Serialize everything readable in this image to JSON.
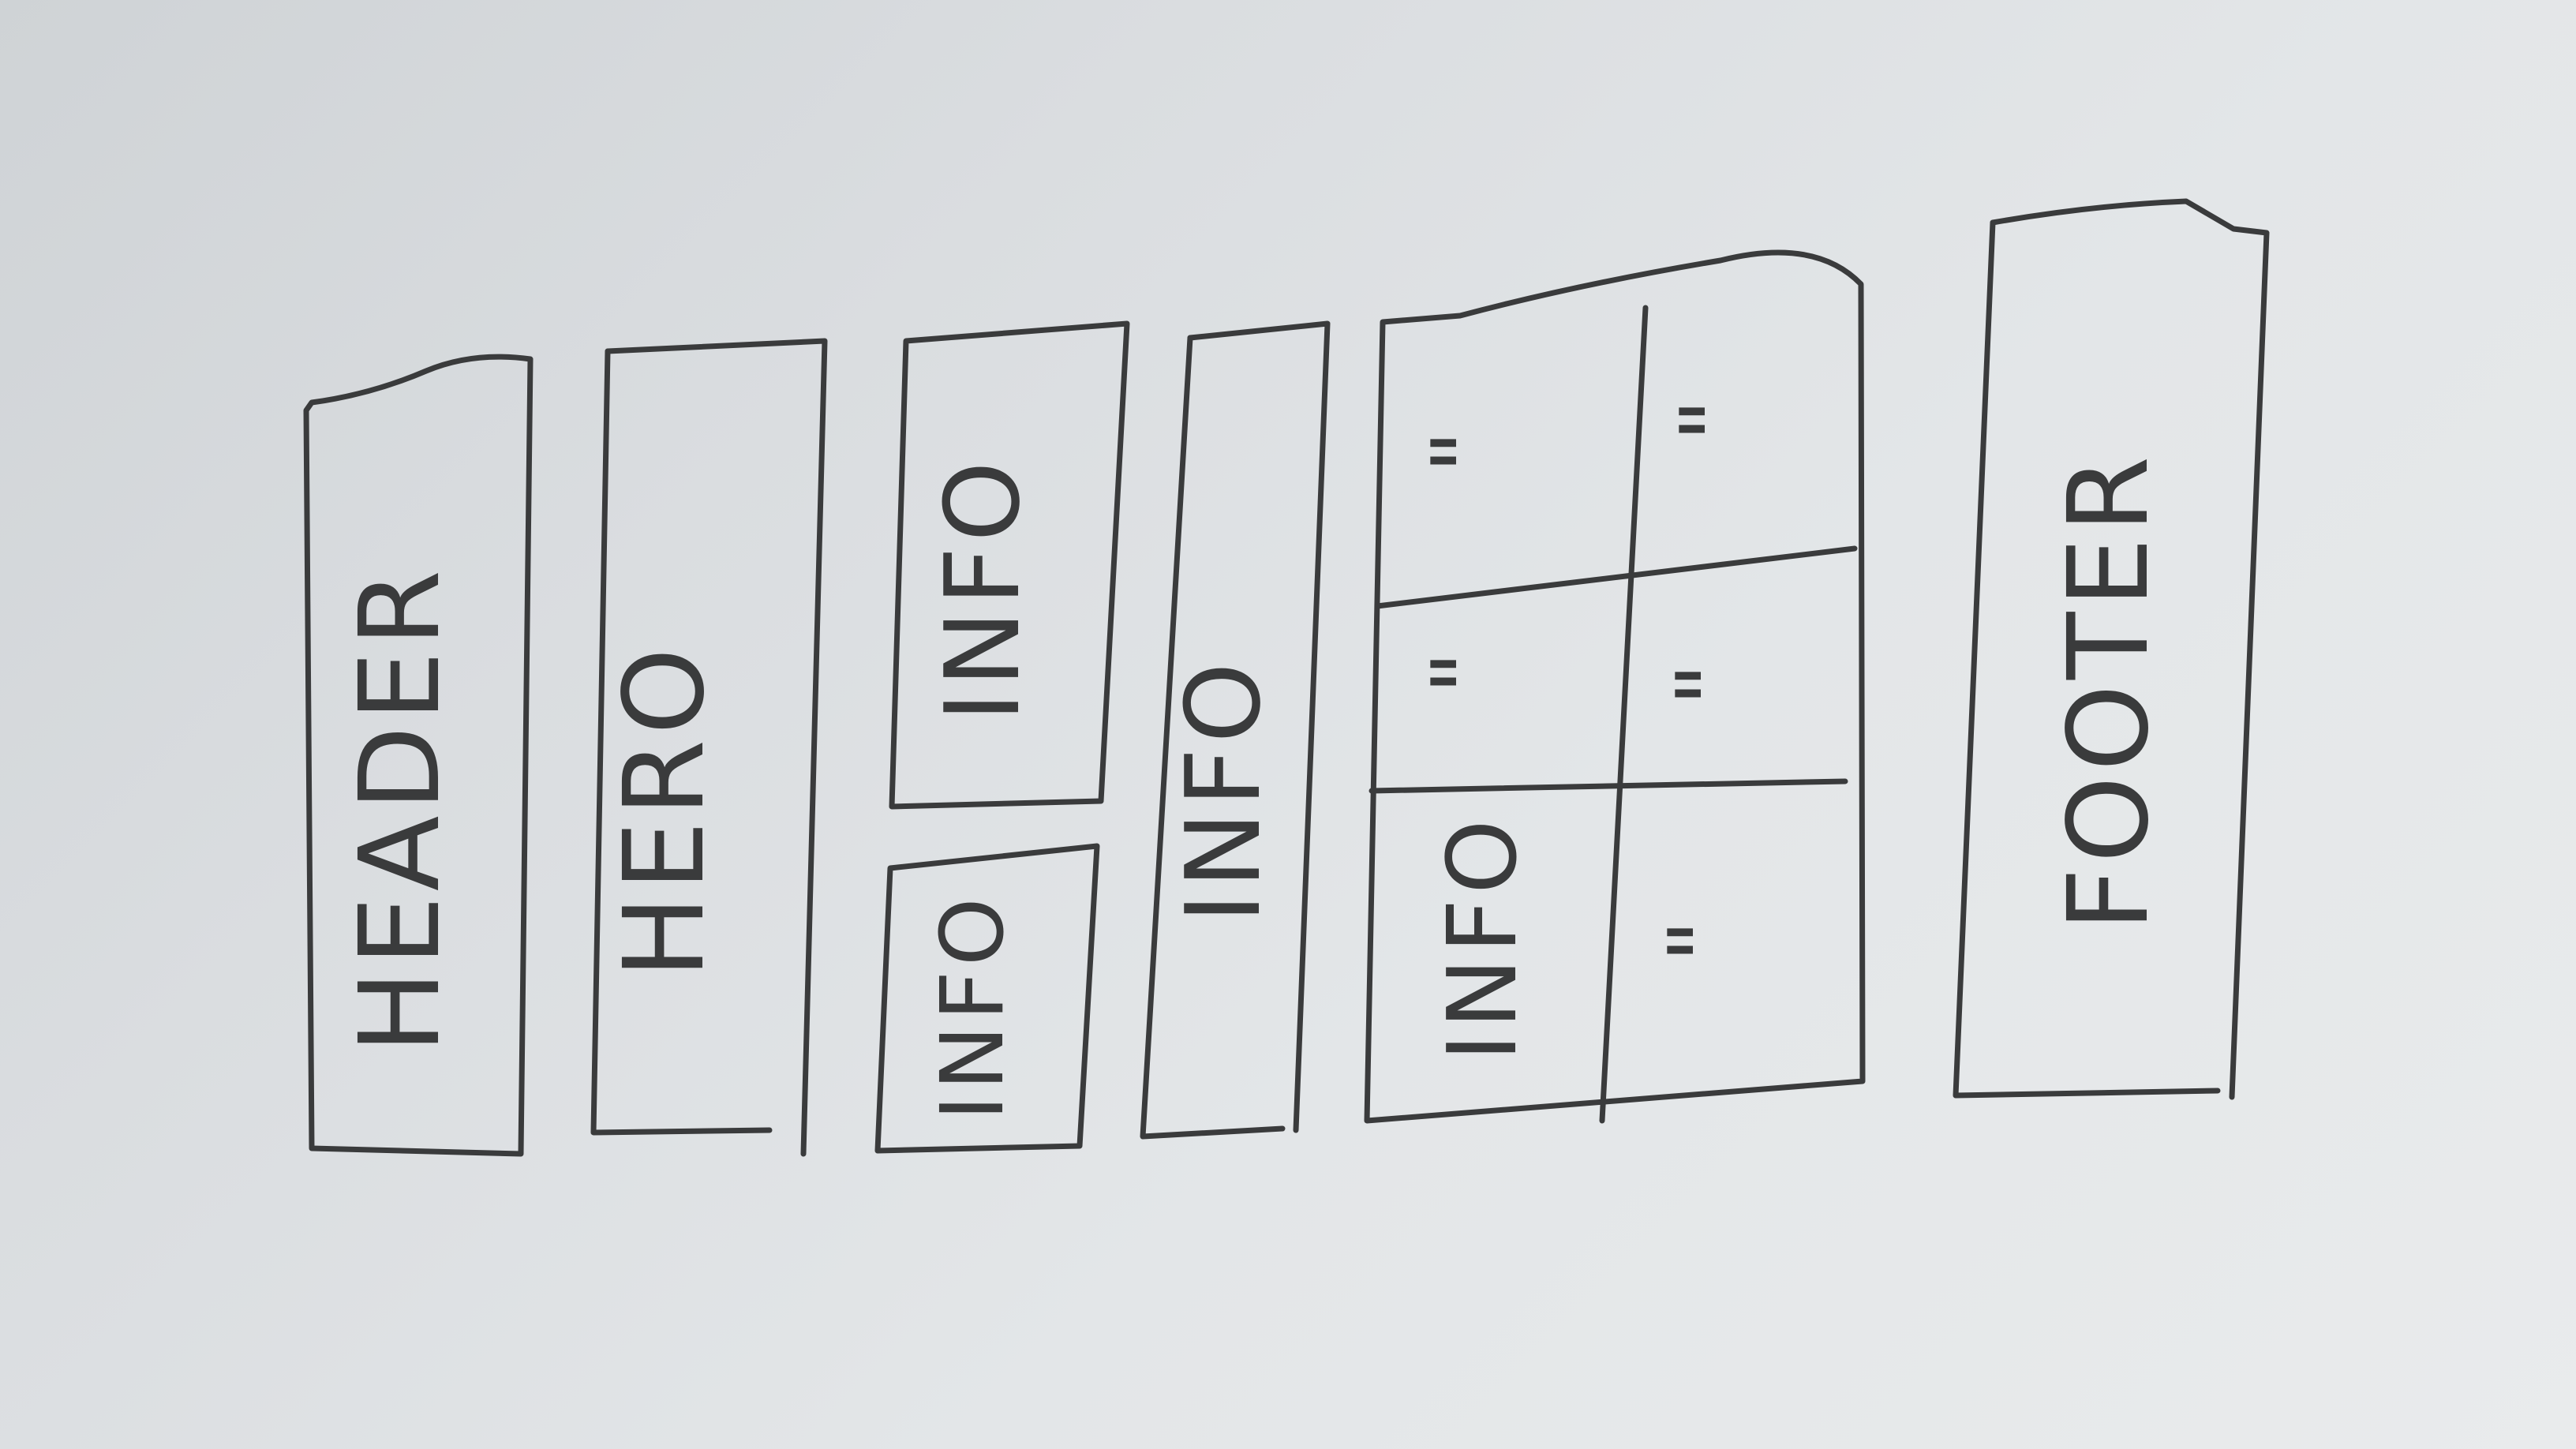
{
  "diagram": {
    "header_label": "HEADER",
    "hero_label": "HERO",
    "info_left_label": "INFO",
    "info_right_label": "INFO",
    "info_wide_label": "INFO",
    "grid_label": "INFO",
    "grid_ditto": "\"",
    "footer_label": "FOOTER"
  },
  "colors": {
    "ink": "#3a3b3c",
    "paper": "#dadde0"
  }
}
